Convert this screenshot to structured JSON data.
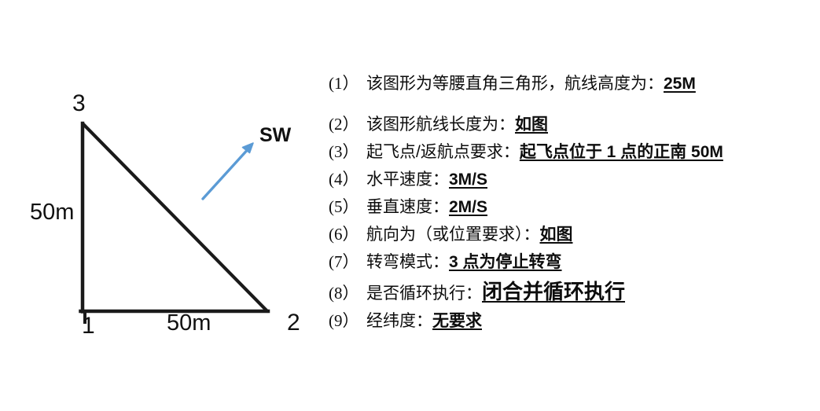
{
  "diagram": {
    "name": "isosceles-right-triangle-route",
    "vertices": [
      {
        "id": "v3",
        "label": "3"
      },
      {
        "id": "v1",
        "label": "1"
      },
      {
        "id": "v2",
        "label": "2"
      }
    ],
    "edge_labels": {
      "vertical": "50m",
      "horizontal": "50m"
    },
    "direction_arrow": {
      "label": "SW",
      "color": "#5b9bd5"
    },
    "stroke_color": "#1a1a1a"
  },
  "spec": {
    "items": [
      {
        "num": "(1）",
        "label": "该图形为等腰直角三角形，航线高度为：",
        "value": "25M",
        "emphasis": "normal"
      },
      {
        "num": "(2）",
        "label": "该图形航线长度为：",
        "value": "如图",
        "emphasis": "normal"
      },
      {
        "num": "(3）",
        "label": "起飞点/返航点要求：",
        "value": "起飞点位于 1 点的正南 50M",
        "emphasis": "normal"
      },
      {
        "num": "(4）",
        "label": "水平速度：",
        "value": "3M/S",
        "emphasis": "normal"
      },
      {
        "num": "(5）",
        "label": "垂直速度：",
        "value": "2M/S",
        "emphasis": "normal"
      },
      {
        "num": "(6）",
        "label": "航向为（或位置要求）：",
        "value": "如图",
        "emphasis": "normal"
      },
      {
        "num": "(7）",
        "label": "转弯模式：",
        "value": "3 点为停止转弯",
        "emphasis": "normal"
      },
      {
        "num": "(8）",
        "label": "是否循环执行：",
        "value": "闭合并循环执行",
        "emphasis": "strong"
      },
      {
        "num": "(9）",
        "label": "经纬度：",
        "value": "无要求",
        "emphasis": "normal"
      }
    ]
  }
}
